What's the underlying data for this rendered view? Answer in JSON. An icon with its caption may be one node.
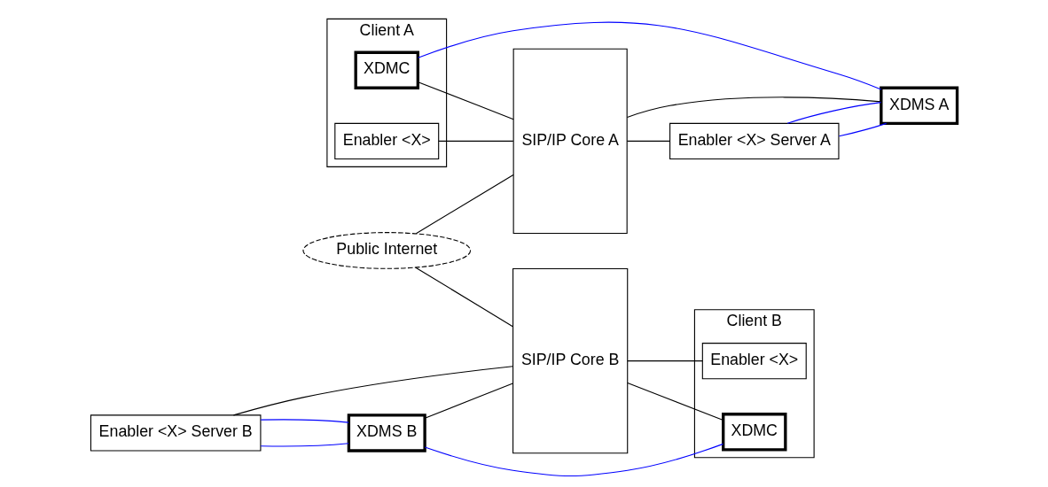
{
  "diagram": {
    "nodes": [
      {
        "text": [
          "Client A"
        ]
      },
      {
        "text": [
          "Enabler <X>"
        ],
        "in": 0
      },
      {
        "text": [
          "XDMC"
        ],
        "in": 0
      },
      {
        "text": [
          "SIP/IP Core A"
        ]
      },
      {
        "text": [
          "Public Internet"
        ]
      },
      {
        "text": [
          "Enabler <X> Server A"
        ]
      },
      {
        "text": [
          "XDMS A"
        ]
      },
      {
        "text": [
          "Enabler <X> Server B"
        ]
      },
      {
        "text": [
          "XDMS B"
        ]
      },
      {
        "text": [
          "SIP/IP Core B"
        ]
      },
      {
        "text": [
          "Client B"
        ]
      },
      {
        "text": [
          "Enabler <X>"
        ],
        "in": 10
      },
      {
        "text": [
          "XDMC"
        ],
        "in": 10
      }
    ],
    "edges": [
      {
        "from": 1,
        "to": 3,
        "arrow": "none"
      },
      {
        "from": 2,
        "to": 3,
        "arrow": "none"
      },
      {
        "from": 2,
        "to": 6,
        "arrow": "none",
        "color": "#0000ff"
      },
      {
        "from": 4,
        "to": 3,
        "arrow": "none"
      },
      {
        "from": 4,
        "to": 9,
        "arrow": "none"
      },
      {
        "from": 3,
        "to": 5,
        "arrow": "none"
      },
      {
        "from": 3,
        "to": 6,
        "arrow": "none"
      },
      {
        "from": 5,
        "to": 6,
        "arrow": "none",
        "color": "#0000ff"
      },
      {
        "from": 5,
        "to": 6,
        "arrow": "none",
        "color": "#0000ff"
      },
      {
        "from": 7,
        "to": 8,
        "arrow": "none",
        "color": "#0000ff"
      },
      {
        "from": 7,
        "to": 8,
        "arrow": "none",
        "color": "#0000ff"
      },
      {
        "from": 7,
        "to": 9,
        "arrow": "none"
      },
      {
        "from": 8,
        "to": 9,
        "arrow": "none"
      },
      {
        "from": 9,
        "to": 11,
        "arrow": "none"
      },
      {
        "from": 9,
        "to": 12,
        "arrow": "none"
      },
      {
        "from": 8,
        "to": 12,
        "arrow": "none",
        "color": "#0000ff"
      }
    ]
  }
}
